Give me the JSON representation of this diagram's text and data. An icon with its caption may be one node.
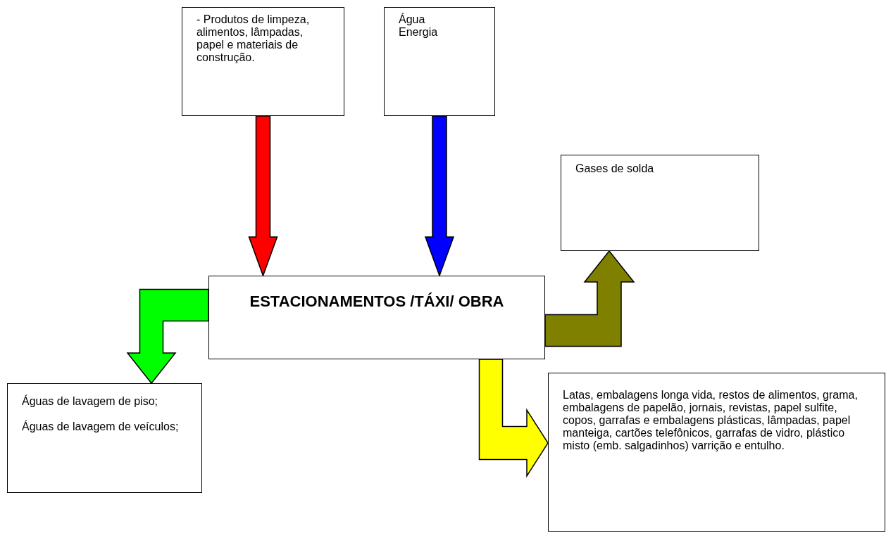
{
  "diagram": {
    "nodes": [
      {
        "text": [
          "- Produtos de limpeza, alimentos, lâmpadas,  papel e materiais de construção."
        ]
      },
      {
        "text": [
          "Água",
          "Energia"
        ]
      },
      {
        "text": [
          "ESTACIONAMENTOS /TÁXI/ OBRA"
        ]
      },
      {
        "text": [
          "Gases de solda"
        ]
      },
      {
        "text": [
          "Águas de lavagem de piso;",
          "Águas de lavagem de veículos;"
        ]
      },
      {
        "text": [
          "Latas, embalagens longa vida, restos de alimentos, grama, embalagens de papelão, jornais, revistas, papel sulfite, copos, garrafas e embalagens plásticas, lâmpadas, papel manteiga, cartões telefônicos, garrafas de vidro, plástico misto (emb. salgadinhos) varrição e entulho."
        ]
      }
    ],
    "edges": [
      {
        "from": 0,
        "to": 2,
        "arrow": "to",
        "style": "thick",
        "color": "#ff0000"
      },
      {
        "from": 1,
        "to": 2,
        "arrow": "to",
        "style": "thick",
        "color": "#0000ff"
      },
      {
        "from": 2,
        "to": 4,
        "arrow": "to",
        "style": "thick",
        "color": "#00ff00"
      },
      {
        "from": 2,
        "to": 3,
        "arrow": "to",
        "style": "thick",
        "color": "#808000"
      },
      {
        "from": 2,
        "to": 5,
        "arrow": "to",
        "style": "thick",
        "color": "#ffff00"
      }
    ]
  }
}
